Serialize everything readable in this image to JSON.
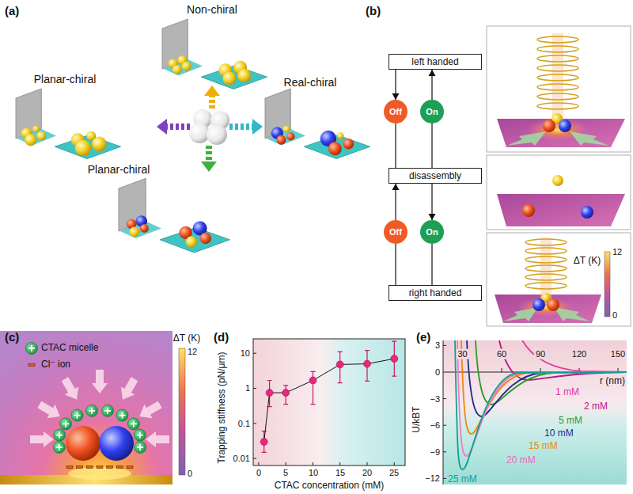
{
  "diagram": {
    "nodes": [
      {
        "text": [
          "left handed"
        ]
      },
      {
        "text": [
          "Off"
        ]
      },
      {
        "text": [
          "On"
        ]
      },
      {
        "text": [
          "disassembly"
        ]
      },
      {
        "text": [
          "Off"
        ]
      },
      {
        "text": [
          "On"
        ]
      },
      {
        "text": [
          "right handed"
        ]
      }
    ],
    "edges": [
      {
        "from": 0,
        "to": 1,
        "arrow": "to"
      },
      {
        "from": 1,
        "to": 3,
        "arrow": "none"
      },
      {
        "from": 3,
        "to": 2,
        "arrow": "none"
      },
      {
        "from": 2,
        "to": 0,
        "arrow": "to"
      },
      {
        "from": 6,
        "to": 4,
        "arrow": "none"
      },
      {
        "from": 4,
        "to": 3,
        "arrow": "to"
      },
      {
        "from": 3,
        "to": 5,
        "arrow": "to"
      },
      {
        "from": 5,
        "to": 6,
        "arrow": "none"
      }
    ],
    "labels": [
      "(a)",
      "Non-chiral",
      "Planar-chiral",
      "Real-chiral",
      "Planar-chiral",
      "(b)",
      "ΔT (K)",
      "12",
      "0",
      "(c)",
      "ΔT (K)",
      "12",
      "0",
      "(d)",
      "Trapping stiffness (pN/μm)",
      "0.01",
      "0.1",
      "1",
      "10",
      "CTAC concentration (mM)",
      "0",
      "5",
      "10",
      "15",
      "20",
      "25",
      "(e)",
      "U/kBT",
      "3",
      "0",
      "−3",
      "−6",
      "−9",
      "−12",
      "30",
      "60",
      "90",
      "120",
      "150",
      "r (nm)",
      "1 mM",
      "2 mM",
      "5 mM",
      "10 mM",
      "15 mM",
      "20 mM",
      "25 mM"
    ],
    "legend": [
      {
        "text": "CTAC micelle"
      },
      {
        "text": "Cl⁻ ion"
      }
    ]
  }
}
